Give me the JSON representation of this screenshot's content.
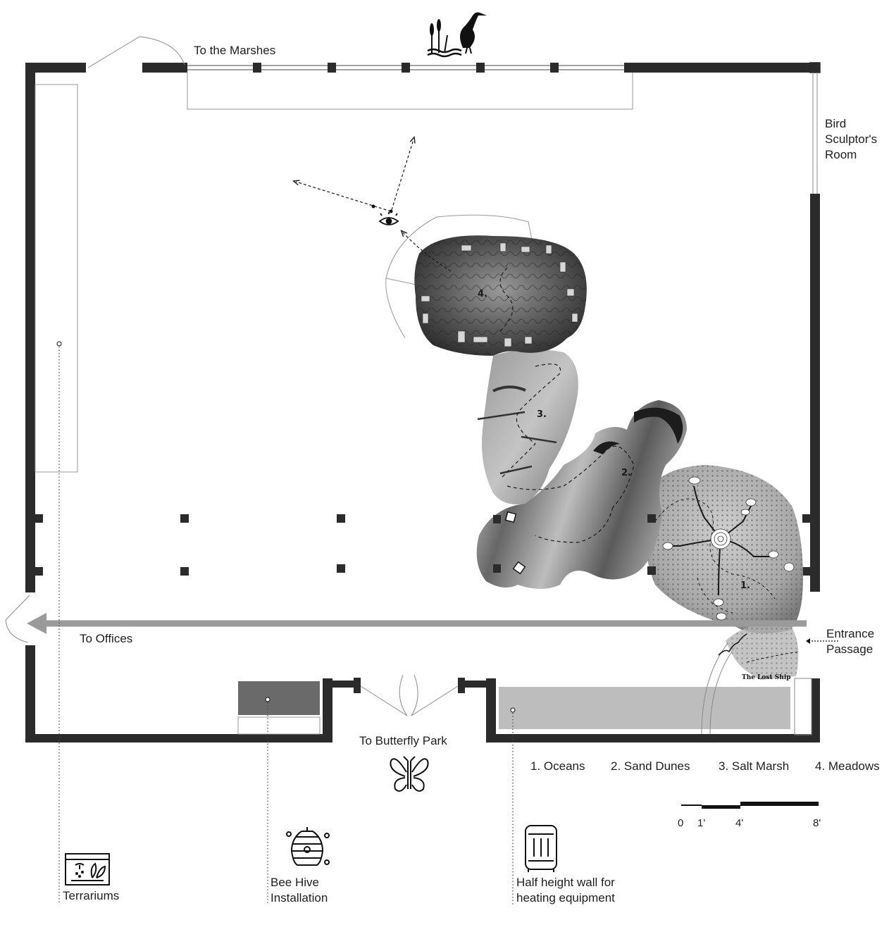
{
  "labels": {
    "marshes": "To the Marshes",
    "bird_room": "Bird\nSculptor's\nRoom",
    "offices": "To Offices",
    "entrance": "Entrance\nPassage",
    "butterfly": "To Butterfly Park",
    "terrariums": "Terrariums",
    "bee_hive": "Bee Hive\nInstallation",
    "heating": "Half height wall for\nheating equipment",
    "lost_ship": "The Lost Ship"
  },
  "zones": [
    {
      "num": "1.",
      "name": "Oceans"
    },
    {
      "num": "2.",
      "name": "Sand Dunes"
    },
    {
      "num": "3.",
      "name": "Salt Marsh"
    },
    {
      "num": "4.",
      "name": "Meadows"
    }
  ],
  "legend": [
    "1. Oceans",
    "2. Sand Dunes",
    "3. Salt Marsh",
    "4. Meadows"
  ],
  "scale_bar": {
    "ticks": [
      "0",
      "1'",
      "4'",
      "8'"
    ]
  },
  "icons": [
    "heron-reeds-icon",
    "eye-icon",
    "butterfly-icon",
    "terrarium-icon",
    "bee-hive-icon",
    "heater-icon",
    "direction-arrow-icon"
  ],
  "colors": {
    "wall": "#2b2b2b",
    "arrow": "#9a9a9a",
    "landscape_dark": "#3c3c3c",
    "landscape_mid": "#8a8a8a",
    "landscape_light": "#cfcfcf"
  }
}
